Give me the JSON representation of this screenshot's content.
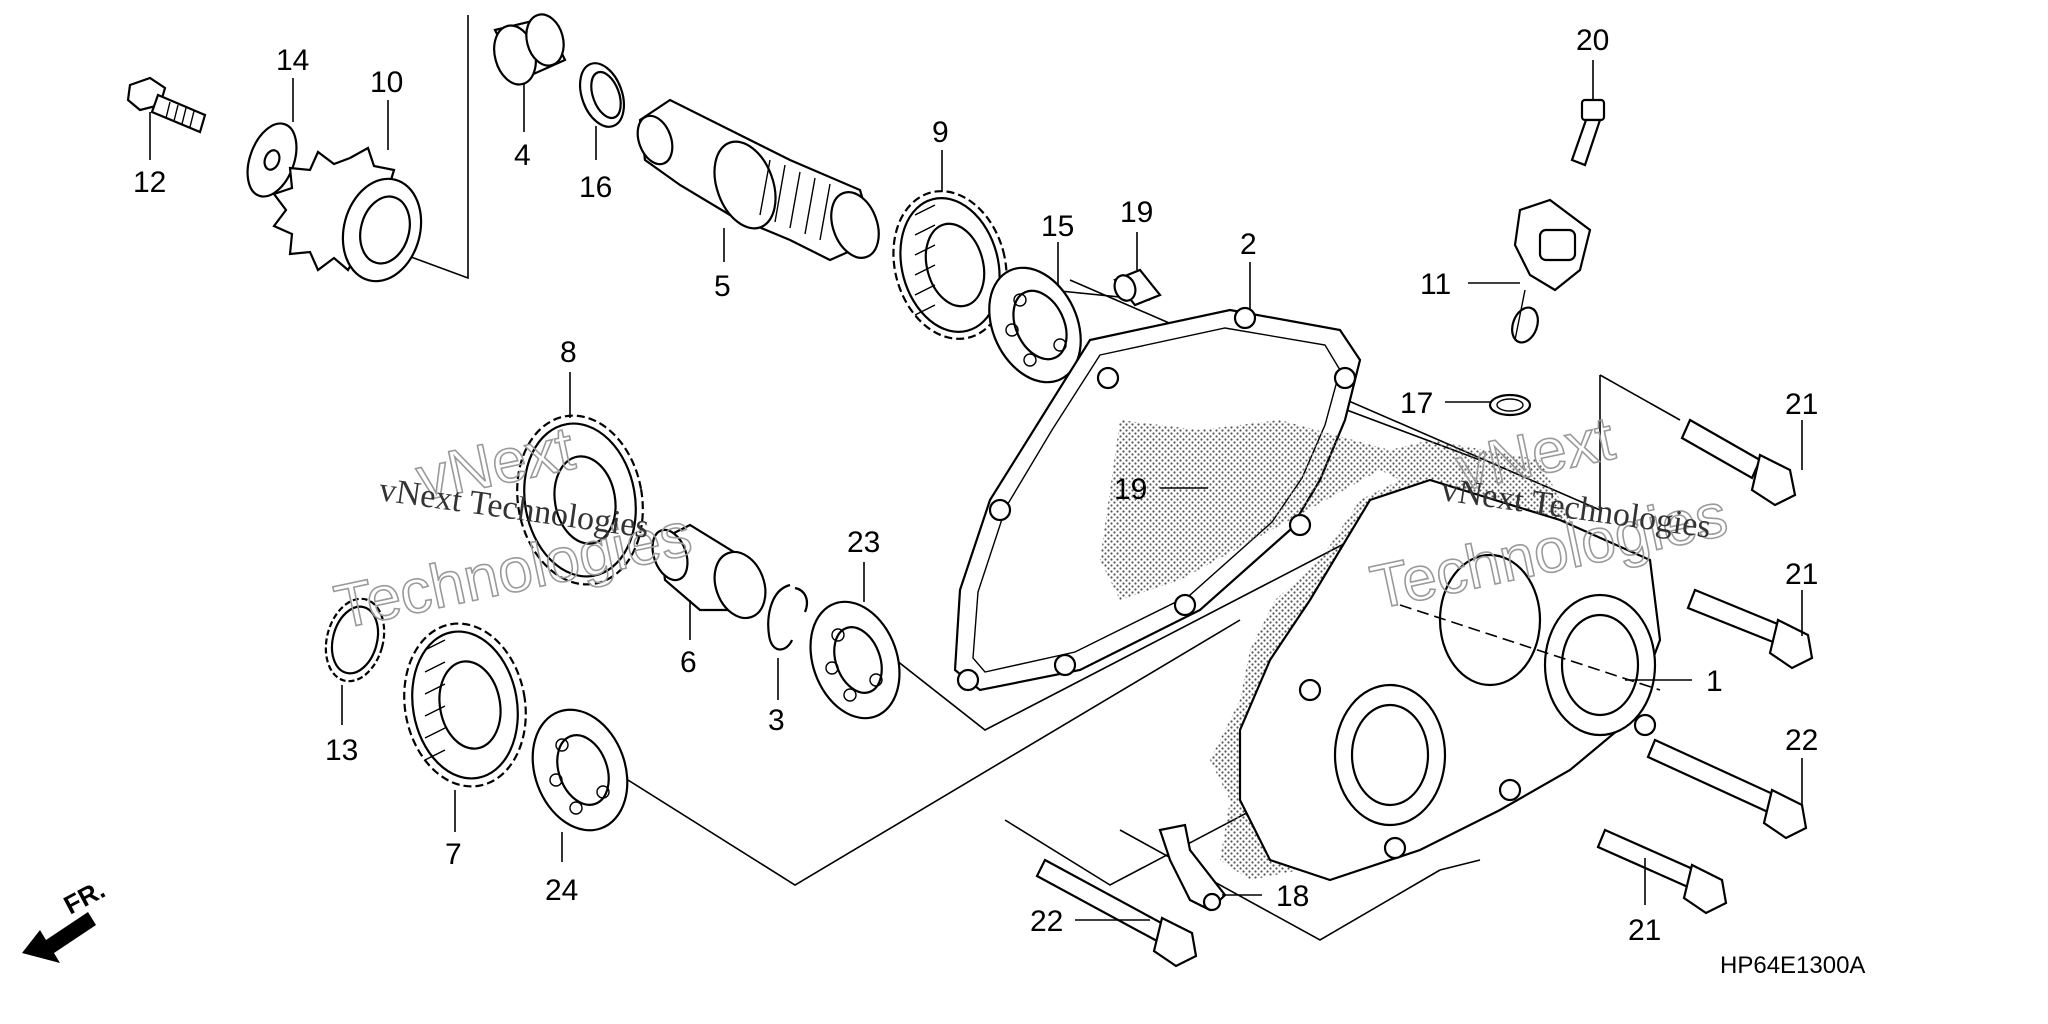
{
  "diagram_code": "HP64E1300A",
  "direction_label": "FR.",
  "watermark": {
    "text_small": "vNext Technologies",
    "text_large_line1": "vNext",
    "text_large_line2": "Technologies"
  },
  "callouts": {
    "p1": "1",
    "p2": "2",
    "p3": "3",
    "p4": "4",
    "p5": "5",
    "p6": "6",
    "p7": "7",
    "p8": "8",
    "p9": "9",
    "p10": "10",
    "p11": "11",
    "p12": "12",
    "p13": "13",
    "p14": "14",
    "p15": "15",
    "p16": "16",
    "p17": "17",
    "p18": "18",
    "p19a": "19",
    "p19b": "19",
    "p20": "20",
    "p21a": "21",
    "p21b": "21",
    "p21c": "21",
    "p22a": "22",
    "p22b": "22",
    "p23": "23",
    "p24": "24"
  }
}
